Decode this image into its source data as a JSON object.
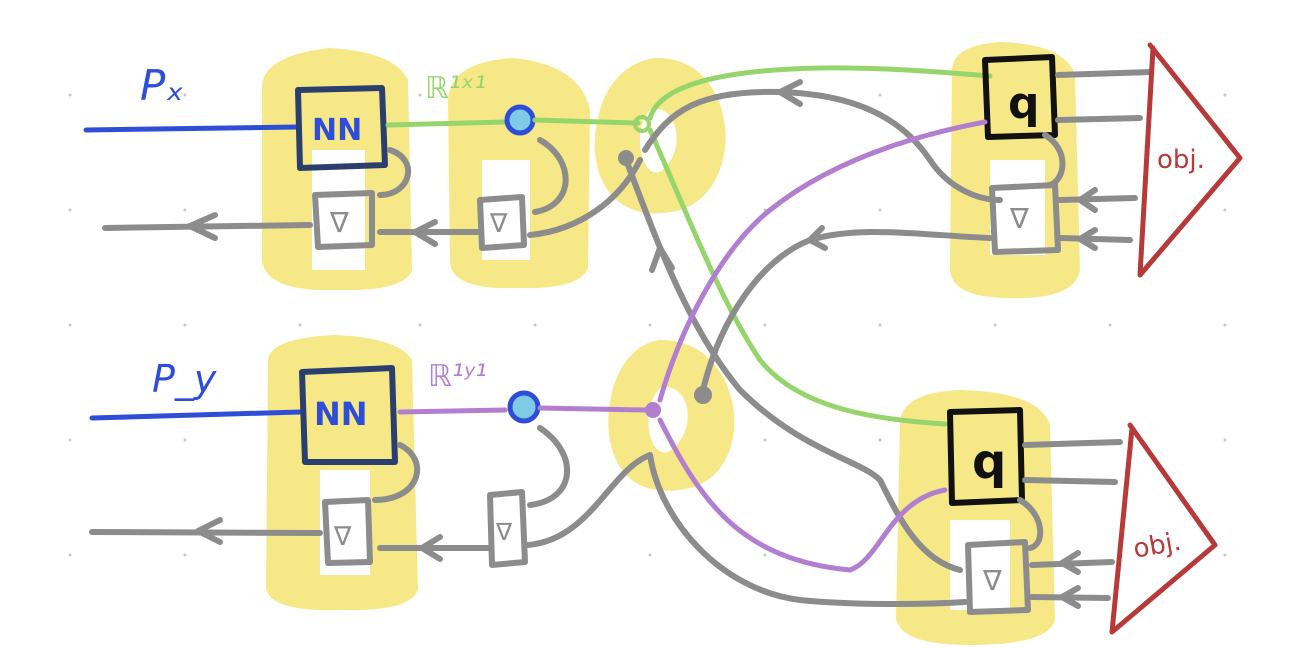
{
  "diagram": {
    "labels": {
      "px": "Pₓ",
      "py": "P_y",
      "nn_top": "NN",
      "nn_bottom": "NN",
      "r_top": "ℝ¹ˣ¹",
      "r_bottom": "ℝ¹ʸ¹",
      "q_top": "q",
      "q_bottom": "q",
      "obj_top": "obj.",
      "obj_bottom": "obj.",
      "grad_symbol": "∇"
    },
    "colors": {
      "highlight": "#f6e57a",
      "input_wire": "#2f4ed8",
      "nn_box": "#2b3f6e",
      "x_path": "#96d46c",
      "y_path": "#b27ed0",
      "gradient_path": "#8c8c8c",
      "objective": "#b73a3a",
      "node_fill": "#7fcbe6",
      "q_box": "#111111"
    }
  }
}
